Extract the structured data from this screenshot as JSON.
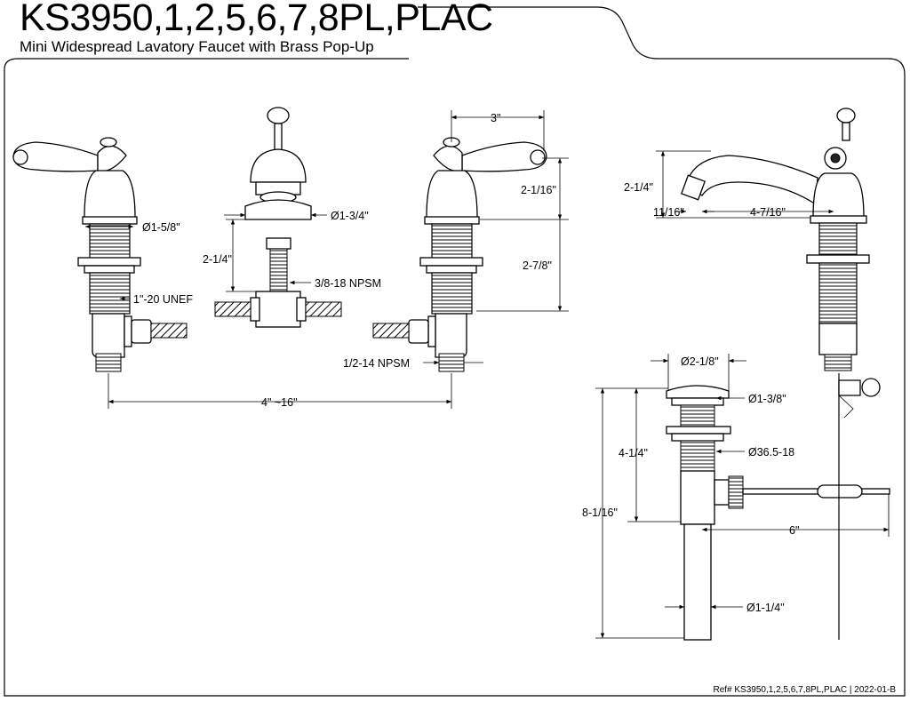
{
  "header": {
    "title": "KS3950,1,2,5,6,7,8PL,PLAC",
    "subtitle": "Mini Widespread Lavatory Faucet with Brass Pop-Up"
  },
  "dimensions": {
    "d_1_5_8": "Ø1-5/8\"",
    "unef": "1\"-20 UNEF",
    "d_1_3_4": "Ø1-3/4\"",
    "h_2_1_4_mid": "2-1/4\"",
    "npsm_3_8": "3/8-18 NPSM",
    "w_3": "3\"",
    "h_2_1_16": "2-1/16\"",
    "h_2_7_8": "2-7/8\"",
    "npsm_1_2": "1/2-14 NPSM",
    "spread": "4\" ~16\"",
    "h_2_1_4_spout": "2-1/4\"",
    "w_11_16": "11/16\"",
    "w_4_7_16": "4-7/16\"",
    "d_2_1_8": "Ø2-1/8\"",
    "d_1_3_8": "Ø1-3/8\"",
    "h_4_1_4": "4-1/4\"",
    "d_36_5": "Ø36.5-18",
    "h_8_1_16": "8-1/16\"",
    "w_6": "6\"",
    "d_1_1_4": "Ø1-1/4\""
  },
  "footer": {
    "ref": "Ref# KS3950,1,2,5,6,7,8PL,PLAC | 2022-01-B"
  }
}
